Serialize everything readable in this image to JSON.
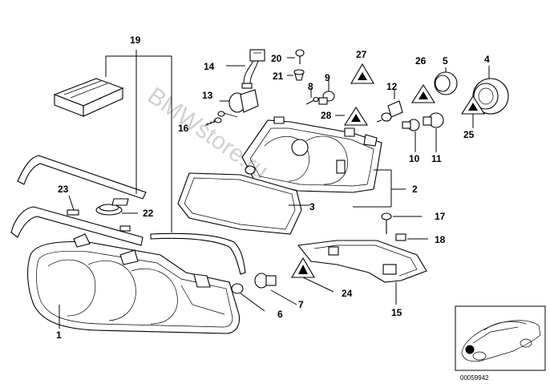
{
  "diagram": {
    "reference_number": "00059942",
    "watermark": "BMWstore.ru",
    "callouts": [
      {
        "id": "1",
        "label": "1"
      },
      {
        "id": "2",
        "label": "2"
      },
      {
        "id": "3",
        "label": "3"
      },
      {
        "id": "4",
        "label": "4"
      },
      {
        "id": "5",
        "label": "5"
      },
      {
        "id": "6",
        "label": "6"
      },
      {
        "id": "7",
        "label": "7"
      },
      {
        "id": "8",
        "label": "8"
      },
      {
        "id": "9",
        "label": "9"
      },
      {
        "id": "10",
        "label": "10"
      },
      {
        "id": "11",
        "label": "11"
      },
      {
        "id": "12",
        "label": "12"
      },
      {
        "id": "13",
        "label": "13"
      },
      {
        "id": "14",
        "label": "14"
      },
      {
        "id": "15",
        "label": "15"
      },
      {
        "id": "16",
        "label": "16"
      },
      {
        "id": "17",
        "label": "17"
      },
      {
        "id": "18",
        "label": "18"
      },
      {
        "id": "19",
        "label": "19"
      },
      {
        "id": "20",
        "label": "20"
      },
      {
        "id": "21",
        "label": "21"
      },
      {
        "id": "22",
        "label": "22"
      },
      {
        "id": "23",
        "label": "23"
      },
      {
        "id": "24",
        "label": "24"
      },
      {
        "id": "25",
        "label": "25"
      },
      {
        "id": "26",
        "label": "26"
      },
      {
        "id": "27",
        "label": "27"
      },
      {
        "id": "28",
        "label": "28"
      }
    ]
  }
}
